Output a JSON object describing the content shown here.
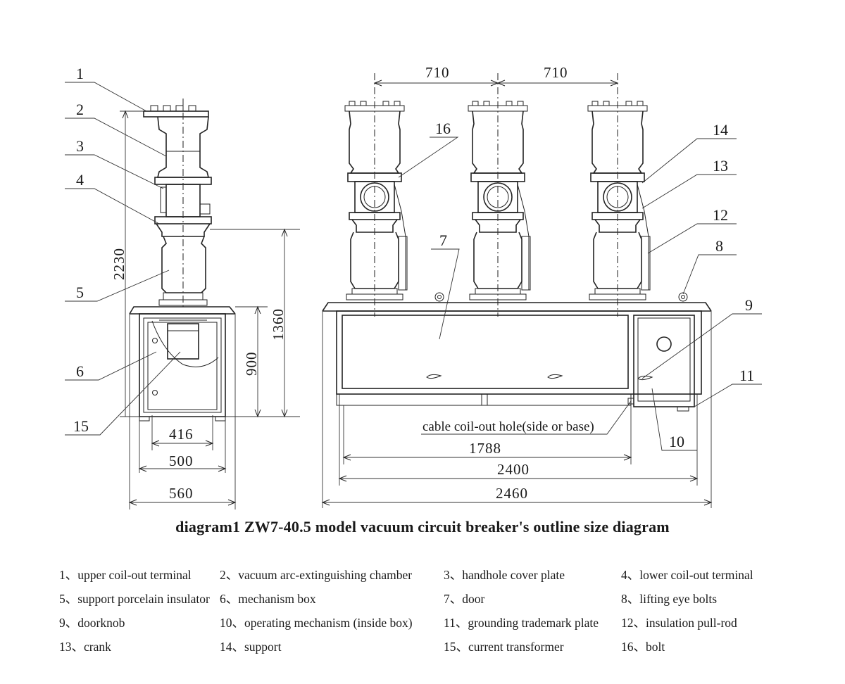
{
  "title": "diagram1 ZW7-40.5 model vacuum circuit breaker's outline size diagram",
  "callouts": [
    "1",
    "2",
    "3",
    "4",
    "5",
    "6",
    "7",
    "8",
    "9",
    "10",
    "11",
    "12",
    "13",
    "14",
    "15",
    "16"
  ],
  "dimensions": {
    "d710a": "710",
    "d710b": "710",
    "d2230": "2230",
    "d1360": "1360",
    "d900": "900",
    "d416": "416",
    "d500": "500",
    "d560": "560",
    "d1788": "1788",
    "d2400": "2400",
    "d2460": "2460"
  },
  "cable_note": "cable coil-out hole(side or base)",
  "legend": [
    "1、upper coil-out terminal",
    "2、vacuum arc-extinguishing chamber",
    "3、handhole cover plate",
    "4、lower coil-out terminal",
    "5、support porcelain insulator",
    "6、mechanism box",
    "7、door",
    "8、lifting eye bolts",
    "9、doorknob",
    "10、operating mechanism (inside box)",
    "11、grounding trademark plate",
    "12、insulation pull-rod",
    "13、crank",
    "14、support",
    "15、current transformer",
    "16、bolt"
  ]
}
